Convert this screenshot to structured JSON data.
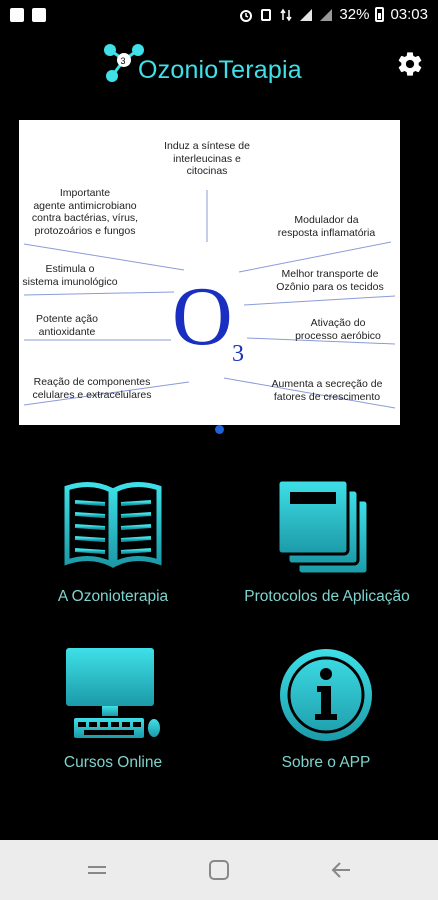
{
  "status": {
    "battery": "32%",
    "time": "03:03"
  },
  "app": {
    "title": "OzonioTerapia",
    "colors": {
      "accent": "#3fe0e8",
      "label": "#7fd3cf",
      "o3": "#1a2fbf"
    }
  },
  "banner": {
    "center_main": "O",
    "center_sub": "3",
    "items": [
      "Induz a síntese de\ninterleucinas e\ncitocinas",
      "Importante\nagente antimicrobiano\ncontra bactérias, vírus,\nprotozoários e fungos",
      "Modulador da\nresposta inflamatória",
      "Estimula o\nsistema imunológico",
      "Melhor transporte de\nOzônio para os tecidos",
      "Potente ação\nantioxidante",
      "Ativação do\nprocesso aeróbico",
      "Reação de componentes\ncelulares e extracelulares",
      "Aumenta a secreção de\nfatores de crescimento"
    ]
  },
  "menu": {
    "ozonioterapia": "A Ozonioterapia",
    "protocolos": "Protocolos de Aplicação",
    "cursos": "Cursos Online",
    "sobre": "Sobre o APP"
  }
}
